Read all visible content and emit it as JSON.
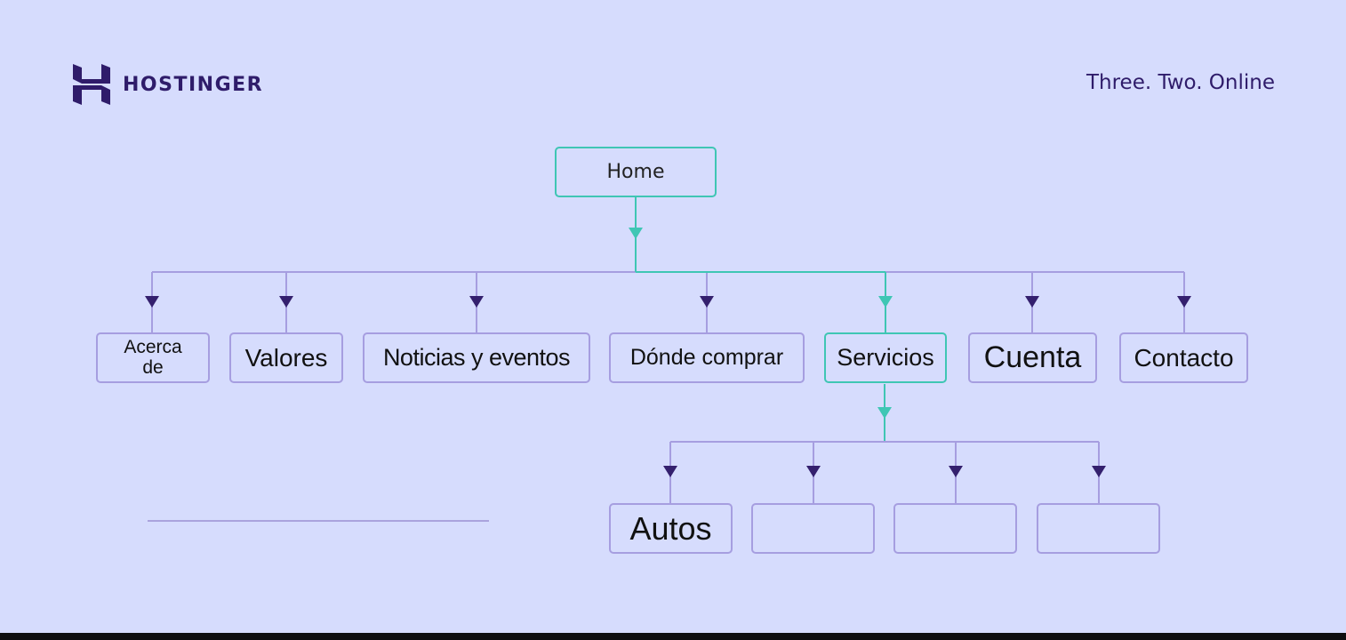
{
  "brand": {
    "name": "HOSTINGER",
    "tagline": "Three. Two. Online"
  },
  "colors": {
    "background": "#d6dcfd",
    "navy": "#2f1c6a",
    "teal": "#3fc6b4",
    "border": "#a69ee0"
  },
  "diagram": {
    "root": {
      "label": "Home"
    },
    "level1": [
      {
        "label": "Acerca de"
      },
      {
        "label": "Valores"
      },
      {
        "label": "Noticias y eventos"
      },
      {
        "label": "Dónde comprar"
      },
      {
        "label": "Servicios"
      },
      {
        "label": "Cuenta"
      },
      {
        "label": "Contacto"
      }
    ],
    "level2": [
      {
        "label": "Autos"
      },
      {
        "label": ""
      },
      {
        "label": ""
      },
      {
        "label": ""
      }
    ]
  }
}
